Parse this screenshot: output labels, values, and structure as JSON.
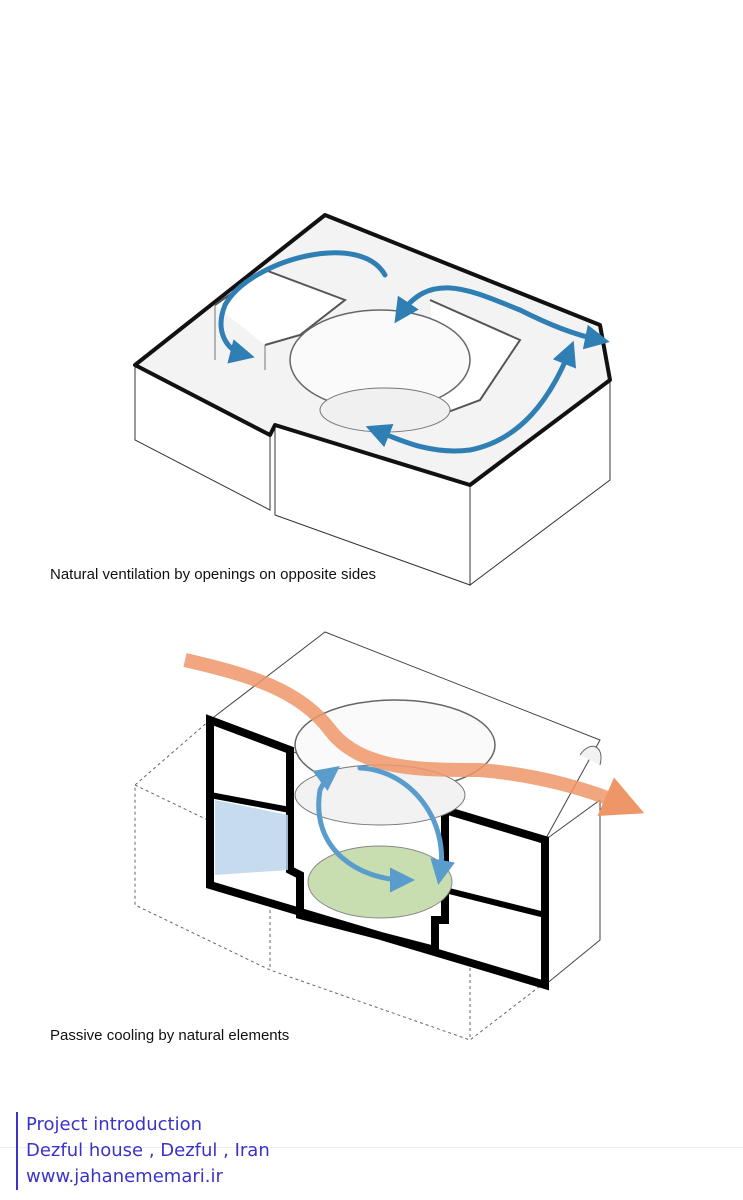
{
  "captions": {
    "ventilation": "Natural ventilation by openings on opposite sides",
    "cooling": "Passive cooling by natural elements"
  },
  "footer": {
    "line1": "Project introduction",
    "line2": "Dezful house , Dezful , Iran",
    "line3": "www.jahanememari.ir"
  },
  "colors": {
    "airflow_arrow": "#2f7fb5",
    "wind_arrow": "#ee9668",
    "cool_air": "#bcd5ea",
    "water": "#c8ddb0",
    "footer_text": "#3a33c9"
  }
}
